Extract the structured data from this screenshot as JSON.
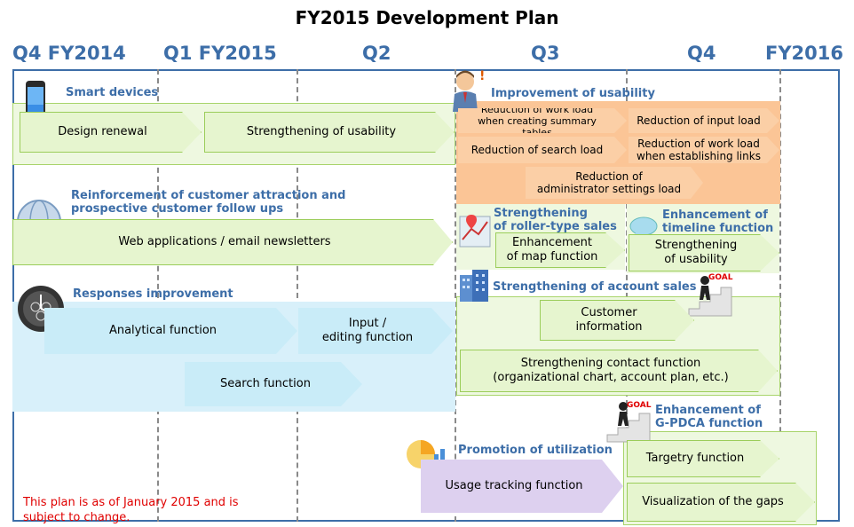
{
  "title": "FY2015 Development Plan",
  "quarters": [
    "Q4 FY2014",
    "Q1 FY2015",
    "Q2",
    "Q3",
    "Q4",
    "FY2016"
  ],
  "colors": {
    "accent": "#3d6ea8",
    "green": "#e6f5cf",
    "orange": "#fbcfa6",
    "blue": "#c9ecf8",
    "purple": "#ddd0ef",
    "note": "#e00000"
  },
  "sections": {
    "smart_devices": {
      "label": "Smart devices",
      "icon": "smartphone-icon",
      "items": [
        "Design renewal",
        "Strengthening of usability"
      ]
    },
    "usability": {
      "label": "Improvement of usability",
      "icon": "businessman-icon",
      "items": [
        "Reduction of work load\nwhen creating summary tables",
        "Reduction of input load",
        "Reduction of search load",
        "Reduction of work load\nwhen establishing links",
        "Reduction of\nadministrator settings load"
      ]
    },
    "customer": {
      "label": "Reinforcement of customer attraction and\nprospective customer follow ups",
      "icon": "email-globe-icon",
      "items": [
        "Web applications / email newsletters"
      ]
    },
    "roller": {
      "label": "Strengthening\nof roller-type sales",
      "icon": "map-icon",
      "items": [
        "Enhancement\nof map function"
      ]
    },
    "timeline": {
      "label": "Enhancement of\ntimeline function",
      "icon": "speech-bubble-icon",
      "items": [
        "Strengthening\nof usability"
      ]
    },
    "responses": {
      "label": "Responses improvement",
      "icon": "clock-icon",
      "items": [
        "Analytical function",
        "Input /\nediting function",
        "Search function"
      ]
    },
    "account": {
      "label": "Strengthening of account sales",
      "icon": "building-icon",
      "items": [
        "Customer information",
        "Strengthening contact function\n(organizational chart, account plan, etc.)"
      ]
    },
    "gpdca": {
      "label": "Enhancement of\nG-PDCA function",
      "icon": "stairs-goal-icon",
      "items": [
        "Targetry function",
        "Visualization of the gaps"
      ]
    },
    "utilization": {
      "label": "Promotion of utilization",
      "icon": "chart-icon",
      "items": [
        "Usage tracking function"
      ]
    }
  },
  "goal_label": "GOAL",
  "note": "This plan is as of January 2015 and is\nsubject to change."
}
